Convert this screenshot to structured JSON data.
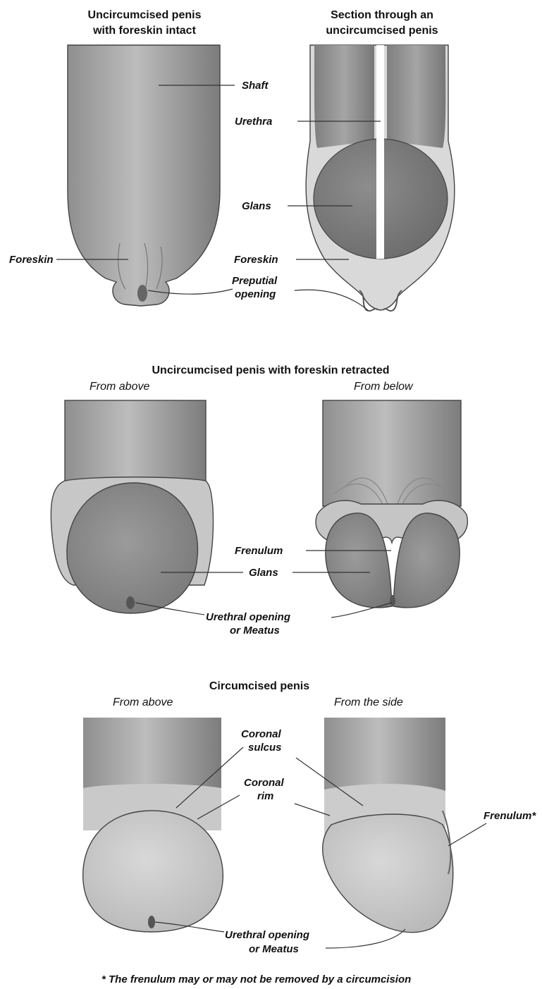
{
  "panels": {
    "top_left_title_line1": "Uncircumcised penis",
    "top_left_title_line2": "with foreskin intact",
    "top_right_title_line1": "Section through an",
    "top_right_title_line2": "uncircumcised penis",
    "middle_title": "Uncircumcised penis with foreskin retracted",
    "middle_from_above": "From above",
    "middle_from_below": "From below",
    "bottom_title": "Circumcised penis",
    "bottom_from_above": "From above",
    "bottom_from_side": "From the side"
  },
  "labels": {
    "shaft": "Shaft",
    "urethra": "Urethra",
    "glans_top": "Glans",
    "foreskin_left": "Foreskin",
    "foreskin_right": "Foreskin",
    "preputial_line1": "Preputial",
    "preputial_line2": "opening",
    "frenulum": "Frenulum",
    "glans_middle": "Glans",
    "urethral_mid_line1": "Urethral opening",
    "urethral_mid_line2": "or Meatus",
    "coronal_sulcus_line1": "Coronal",
    "coronal_sulcus_line2": "sulcus",
    "coronal_rim_line1": "Coronal",
    "coronal_rim_line2": "rim",
    "frenulum_star": "Frenulum*",
    "urethral_bot_line1": "Urethral opening",
    "urethral_bot_line2": "or Meatus"
  },
  "footnote": "* The frenulum may or may not be removed by a circumcision"
}
